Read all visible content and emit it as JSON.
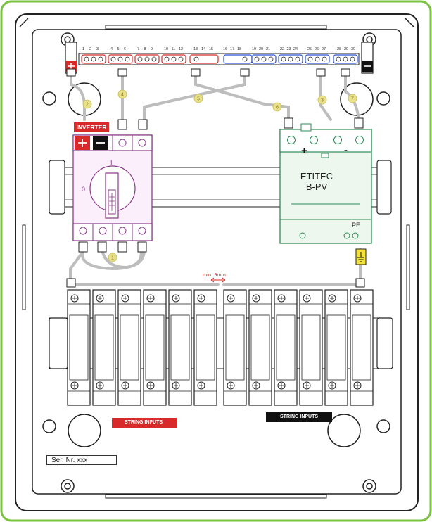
{
  "colors": {
    "frame_green": "#7cc242",
    "positive_red": "#d82a2a",
    "negative_black": "#111111",
    "switch_purple": "#8a3a8a",
    "spd_green": "#2e8b57",
    "cable_grey": "#bdbdbd",
    "cable_tag_yellow": "#e8e08a",
    "ground_yellow": "#f4e13b"
  },
  "terminal_numbers": {
    "group_red_1": [
      "1",
      "2",
      "3"
    ],
    "group_red_2": [
      "4",
      "5",
      "6"
    ],
    "group_red_3": [
      "7",
      "8",
      "9"
    ],
    "group_red_4": [
      "10",
      "11",
      "12"
    ],
    "group_red_5": [
      "13",
      "14",
      "15"
    ],
    "group_blue_1": [
      "16",
      "17",
      "18"
    ],
    "group_blue_2": [
      "19",
      "20",
      "21"
    ],
    "group_blue_3": [
      "22",
      "23",
      "24"
    ],
    "group_blue_4": [
      "25",
      "26",
      "27"
    ],
    "group_blue_5": [
      "28",
      "29",
      "30"
    ]
  },
  "cable_tags": {
    "t1": "1",
    "t2": "2",
    "t3": "3",
    "t4": "4",
    "t5": "5",
    "t6": "6",
    "t7": "7"
  },
  "inverter_label": "INVERTER",
  "switch_labels": {
    "on": "I",
    "off": "0"
  },
  "spd": {
    "name_line1": "ETITEC",
    "name_line2": "B-PV",
    "plus": "+",
    "minus": "-",
    "pe": "PE"
  },
  "min_gap_label": "min. 9mm",
  "string_inputs_positive": "STRING INPUTS",
  "string_inputs_negative": "STRING INPUTS",
  "serial_label": "Ser. Nr. xxx",
  "icons": {
    "positive_terminal": "plus-sign-icon",
    "negative_terminal": "minus-sign-icon",
    "ground": "earth-ground-icon",
    "screw": "screw-icon"
  }
}
